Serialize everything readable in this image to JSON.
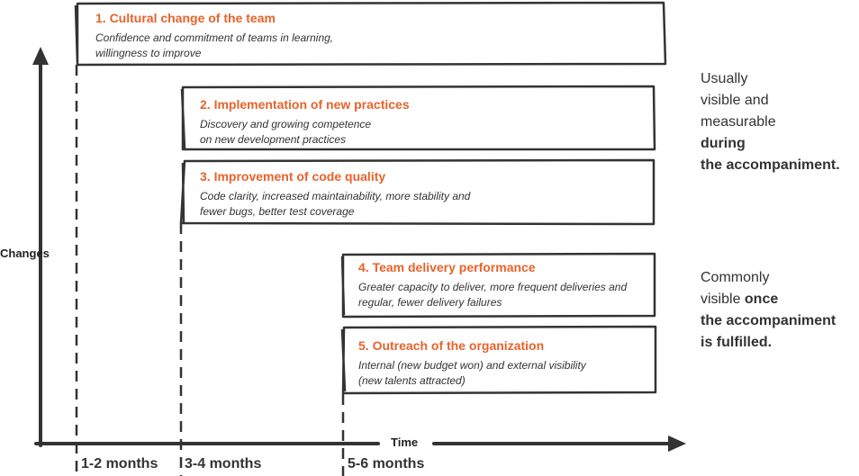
{
  "steps": [
    {
      "title": "1. Cultural change of the team",
      "description": "Confidence and commitment of teams in learning,\nwillingness to improve"
    },
    {
      "title": "2. Implementation of new practices",
      "description": "Discovery and growing competence\non new development practices"
    },
    {
      "title": "3. Improvement of code quality",
      "description": "Code clarity, increased maintainability, more stability and\nfewer bugs, better test coverage"
    },
    {
      "title": "4. Team delivery performance",
      "description": "Greater capacity to deliver, more frequent deliveries and\nregular, fewer delivery failures"
    },
    {
      "title": "5. Outreach of the organization",
      "description": "Internal (new budget won) and external visibility\n(new talents attracted)"
    }
  ],
  "side_notes": {
    "during": {
      "line1": "Usually",
      "line2": "visible and",
      "line3": "measurable",
      "bold1": "during",
      "bold2": "the accompaniment."
    },
    "after": {
      "line1": "Commonly",
      "line2_plain": "visible ",
      "line2_bold": "once",
      "bold1": "the accompaniment",
      "bold2": "is fulfilled."
    }
  },
  "axes": {
    "y_label": "Changes",
    "x_label": "Time",
    "ticks": [
      "1-2 months",
      "3-4 months",
      "5-6 months"
    ]
  },
  "colors": {
    "accent": "#e8622a",
    "ink": "#333333"
  }
}
